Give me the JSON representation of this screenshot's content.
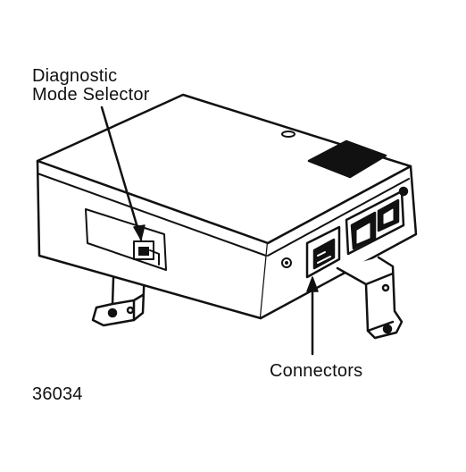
{
  "labels": {
    "diagnostic_line1": "Diagnostic",
    "diagnostic_line2": "Mode Selector",
    "connectors": "Connectors",
    "figure_number": "36034"
  },
  "colors": {
    "line": "#111111",
    "background": "#ffffff"
  }
}
